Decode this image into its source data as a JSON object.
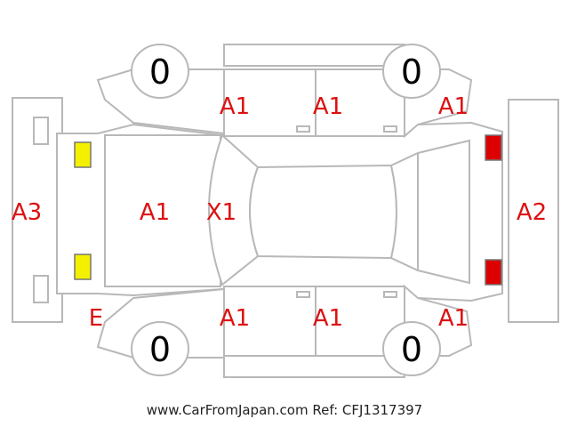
{
  "codes": {
    "front_left_door": "A1",
    "rear_left_door": "A1",
    "rear_left_quarter": "A1",
    "front_right_door": "A1",
    "rear_right_door": "A1",
    "rear_right_quarter": "A1",
    "hood": "A1",
    "windshield": "X1",
    "front_bumper": "A3",
    "rear_bumper": "A2",
    "front_right_corner": "E"
  },
  "tires": {
    "top_front": "0",
    "top_rear": "0",
    "bottom_front": "0",
    "bottom_rear": "0"
  },
  "colors": {
    "damage_code": "#dd1111",
    "front_lamps": "#f5f000",
    "rear_lamps": "#dd0000",
    "outline": "#b8b8b8"
  },
  "footer": "www.CarFromJapan.com Ref: CFJ1317397"
}
